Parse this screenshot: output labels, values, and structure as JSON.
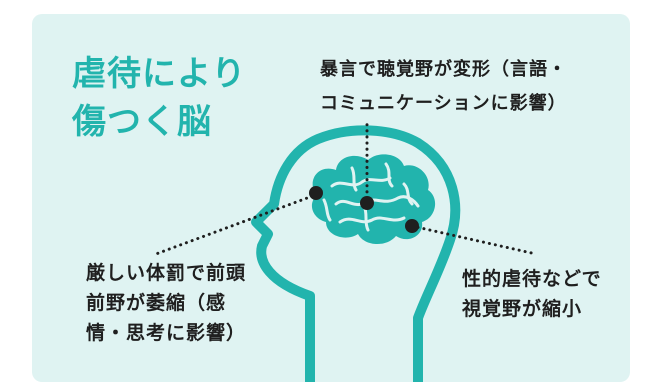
{
  "title": {
    "line1": "虐待により",
    "line2": "傷つく脳"
  },
  "annotations": {
    "top": {
      "line1": "暴言で聴覚野が変形（言語・",
      "line2": "コミュニケーションに影響）"
    },
    "left": {
      "line1": "厳しい体罰で前頭",
      "line2": "前野が萎縮（感",
      "line3": "情・思考に影響）"
    },
    "right": {
      "line1": "性的虐待などで",
      "line2": "視覚野が縮小"
    }
  },
  "colors": {
    "panel": "#dff3f2",
    "accent": "#22b4ad",
    "text": "#1f1f1f",
    "dot": "#1f1f1f"
  }
}
